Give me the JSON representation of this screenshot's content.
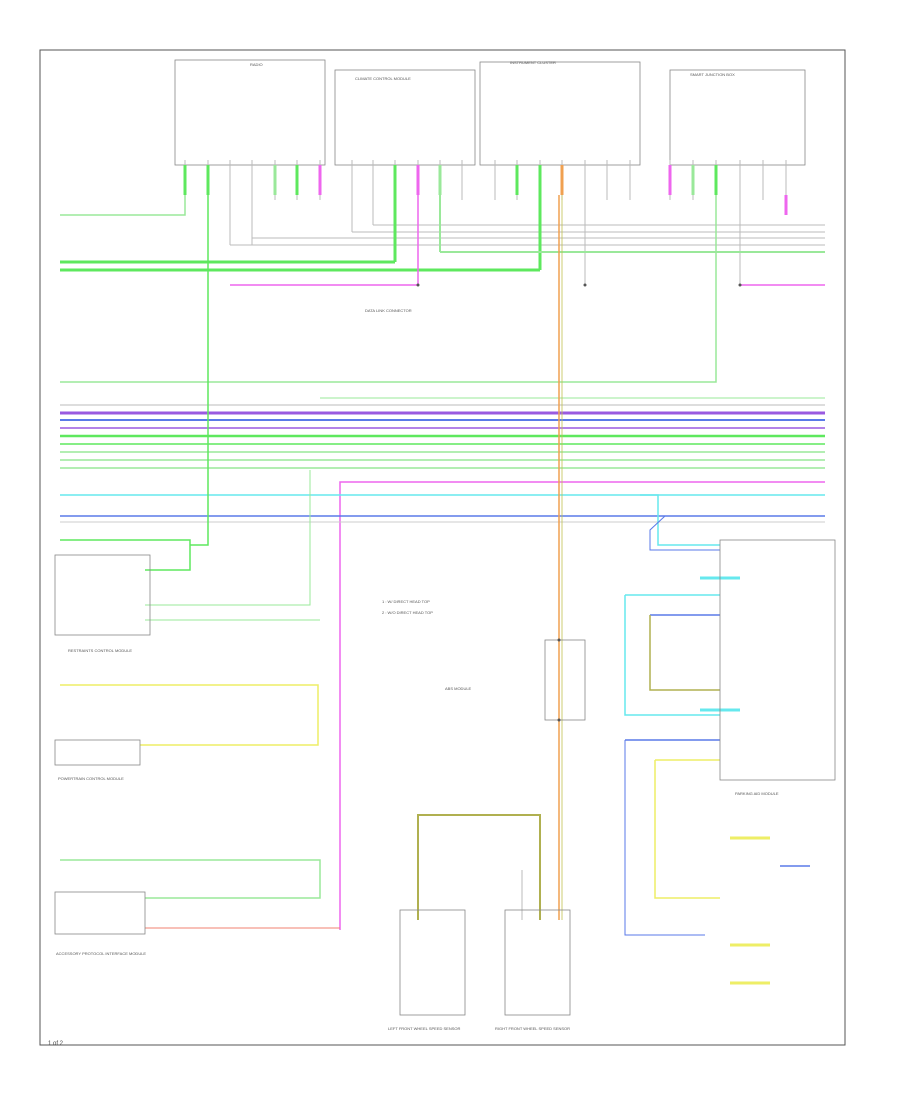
{
  "diagram": {
    "figure_number": "1 of 2",
    "legend_notes": [
      "1  :  W/ DIRECT HEAD TOP",
      "2  :  W/O DIRECT HEAD TOP"
    ],
    "component_labels": {
      "radio": "RADIO",
      "hvac_control": "CLIMATE CONTROL MODULE",
      "instrument_cluster": "INSTRUMENT CLUSTER",
      "smart_junction_box": "SMART JUNCTION BOX",
      "data_link_connector": "DATA LINK CONNECTOR",
      "restraints_control": "RESTRAINTS CONTROL MODULE",
      "pcm": "POWERTRAIN CONTROL MODULE",
      "accessory_protocol": "ACCESSORY PROTOCOL INTERFACE MODULE",
      "parking_aid": "PARKING AID MODULE",
      "abs": "ABS MODULE",
      "left_wheel_speed": "LEFT FRONT WHEEL SPEED SENSOR",
      "right_wheel_speed": "RIGHT FRONT WHEEL SPEED SENSOR"
    },
    "colors": {
      "green": "#5ee85e",
      "violet": "#9a5ae0",
      "blue": "#5a7ae8",
      "magenta": "#ee66ee",
      "cyan": "#66e8ee",
      "orange": "#f0a050",
      "yellow": "#eeee66",
      "olive": "#b0b050",
      "gray": "#999999",
      "light_green": "#9ae89a",
      "yellow_green": "#c0e050"
    }
  }
}
